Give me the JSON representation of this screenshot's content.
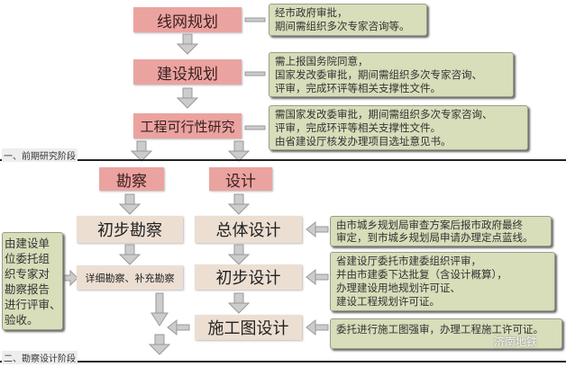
{
  "stage1": {
    "steps": [
      "线网规划",
      "建设规划",
      "工程可行性研究"
    ],
    "notes": [
      "经市政府审批，\n期间需组织多次专家咨询等。",
      "需上报国务院同意，\n国家发改委审批，期间需组织多次专家咨询、\n评审，完成环评等相关支撑性文件。",
      "需国家发改委审批，期间需组织多次专家咨询、\n评审，完成环评等相关支撑性文件。\n由省建设厅核发办理项目选址意见书。"
    ],
    "label": "一、前期研究阶段"
  },
  "stage2": {
    "survey": {
      "title": "勘察",
      "steps": [
        "初步勘察",
        "详细勘察、补充勘察"
      ],
      "note": "由建设单\n位委托组\n织专家对\n勘察报告\n进行评审、\n验收。"
    },
    "design": {
      "title": "设计",
      "steps": [
        "总体设计",
        "初步设计",
        "施工图设计"
      ],
      "notes": [
        "由市城乡规划局审查方案后报市政府最终\n审定，到市城乡规划局申请办理定点蓝线。",
        "省建设厅委托市建委组织评审，\n并由市建委下达批复（含设计概算），\n办理建设用地规划许可证、\n建设工程规划许可证。",
        "委托进行施工图强审，办理工程施工许可证。"
      ]
    },
    "label": "二、勘察设计阶段"
  },
  "watermark": "济南地铁"
}
